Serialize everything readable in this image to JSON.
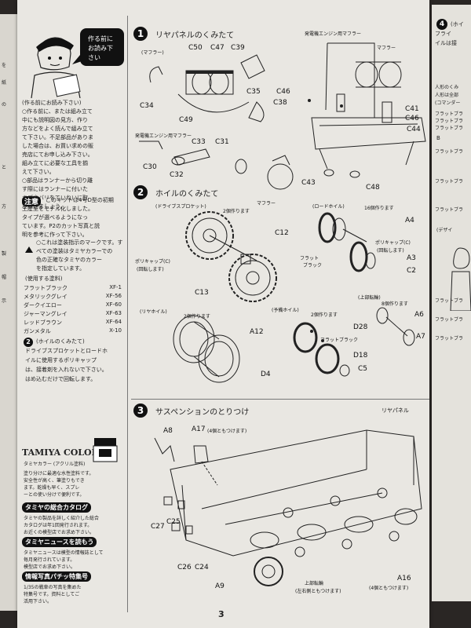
{
  "page_number": "3",
  "step1": {
    "number": "1",
    "title": "リヤパネルのくみたて",
    "muffler_label": "(マフラー)",
    "gen_engine_muffler_label": "発電機エンジン用マフラー",
    "gen_engine_muffler_label_2": "発電機エンジン用マフラー",
    "muffler_right": "マフラー",
    "muffler_bottom": "マフラー",
    "parts": {
      "c50": "C50",
      "c47": "C47",
      "c39": "C39",
      "c34": "C34",
      "c35": "C35",
      "c49": "C49",
      "c33": "C33",
      "c31": "C31",
      "c30": "C30",
      "c32": "C32",
      "c46": "C46",
      "c38": "C38",
      "c41": "C41",
      "c46b": "C46",
      "c44": "C44",
      "c43": "C43",
      "c48": "C48"
    }
  },
  "step2": {
    "number": "2",
    "title": "ホイルのくみたて",
    "drive_sprocket": "(ドライブスプロケット)",
    "make_2": "2個作ります",
    "road_wheel": "(ロードホイル)",
    "make_16": "16個作ります",
    "poly_cap_1": "ポリキャップ(C)",
    "rotate_1": "(回転します)",
    "poly_cap_2": "ポリキャップ(C)",
    "rotate_2": "(回転します)",
    "flat_black": "フラット",
    "flat_black_2": "ブラック",
    "rear_wheel": "(リヤホイル)",
    "make_2b": "2個作ります",
    "spare_wheel": "(予備ホイル)",
    "make_2c": "2個作ります",
    "upper_roller": "(上部転輪)",
    "make_8": "8個作ります",
    "flat_black_3": "フラットブラック",
    "parts": {
      "c12": "C12",
      "c13": "C13",
      "a4": "A4",
      "a3": "A3",
      "c2": "C2",
      "a12": "A12",
      "d4": "D4",
      "d28": "D28",
      "d18": "D18",
      "c5": "C5",
      "a6": "A6",
      "a7": "A7"
    }
  },
  "step3": {
    "number": "3",
    "title": "サスペンションのとりつけ",
    "rear_panel": "リヤパネル",
    "attach_4": "(4個ともつけます)",
    "upper_roller": "上部転輪",
    "attach_lr": "(左右側ともつけます)",
    "attach_4b": "(4個ともつけます)",
    "parts": {
      "a8": "A8",
      "a17": "A17",
      "c27": "C27",
      "c25": "C25",
      "c26": "C26",
      "c24": "C24",
      "a9": "A9",
      "a16": "A16"
    }
  },
  "left_column": {
    "note_bubble_1": "作る前に",
    "note_bubble_2": "お読み下",
    "note_bubble_3": "さい",
    "intro_lines": [
      "(作る前にお読み下さい)",
      "○作る前に、または組み立て",
      "中にも説明図の見方、作り",
      "方などをよく読んで組み立て",
      "て下さい。不足部品がありま",
      "した場合は、お買い求めの販",
      "売店にてお申し込み下さい。",
      "組み立てに必要な工具を揃",
      "えて下さい。",
      "○部品はランナーから切り離",
      "す際にはランナーに付いた",
      "キズやバリをていねいに取",
      "り除きましょう。"
    ],
    "caution_label": "注意",
    "caution_lines": [
      "このキットは4号D型の初期",
      "生産型をモデル化しました。",
      "タイプが選べるようになっ",
      "ています。P2のカット写真と説",
      "明を参考に作って下さい。"
    ],
    "paint_intro": [
      "○これは塗装指示のマークです。す",
      "べての塗装はタミヤカラーでの",
      "色の正確なタミヤのカラー",
      "を指定しています。"
    ],
    "paint_header": "(使用する塗料)",
    "paints": [
      {
        "name": "フラットブラック",
        "code": "XF-1"
      },
      {
        "name": "メタリックグレイ",
        "code": "XF-56"
      },
      {
        "name": "ダークイエロー",
        "code": "XF-60"
      },
      {
        "name": "ジャーマングレイ",
        "code": "XF-63"
      },
      {
        "name": "レッドブラウン",
        "code": "XF-64"
      },
      {
        "name": "ガンメタル",
        "code": "X-10"
      }
    ],
    "step2_label": "2",
    "step2_lines": [
      "(ホイルのくみたて)",
      "ドライブスプロケットとロードホ",
      "イルに使用するポリキャップ",
      "は、接着剤を入れないで下さい。",
      "はめ込むだけで回転します。"
    ],
    "tamiya_color_title": "TAMIYA COLOR",
    "tamiya_color_sub": "タミヤカラー (アクリル塗料)",
    "tamiya_color_lines": [
      "塗り分けに最適な水性塗料です。",
      "安全性が高く、筆塗りもでき",
      "ます。乾燥も早く、スプレ",
      "ーとの使い分けで便利です。"
    ],
    "catalog_title": "タミヤの総合カタログ",
    "catalog_lines": [
      "タミヤの製品を詳しく紹介した総合",
      "カタログは年1回発行されます。",
      "お近くの模型店でお求め下さい。"
    ],
    "news_title": "タミヤニュースを読もう",
    "news_lines": [
      "タミヤニュースは模型の情報誌として",
      "毎月発行されています。",
      "模型店でお求め下さい。"
    ],
    "photo_title": "情報写真パチッ特集号",
    "photo_lines": [
      "1/35の戦車の写真を集めた",
      "特集号です。資料としてご",
      "活用下さい。"
    ]
  },
  "right_strip": {
    "step_number": "4",
    "lines": [
      "(ホイ",
      "フライ",
      "イルは接"
    ],
    "side_lines": [
      "人形のくみ",
      "人形は全部",
      "(コマンダー"
    ],
    "tiny_text": [
      "フラットブラ",
      "フラットブラ",
      "フラットブラ",
      "フラットブラ",
      "フラットブラ",
      "フラットブラ",
      "フラットブラ",
      "フラットブラ",
      "フラットブラ"
    ],
    "b_label": "B",
    "design_label": "(デザイ"
  },
  "left_strip": {
    "marks": [
      "を",
      "紙",
      "の",
      "と",
      "方",
      "製",
      "帽",
      "示"
    ]
  },
  "colors": {
    "paper": "#e9e7e2",
    "background": "#2a2624",
    "ink": "#111111"
  }
}
